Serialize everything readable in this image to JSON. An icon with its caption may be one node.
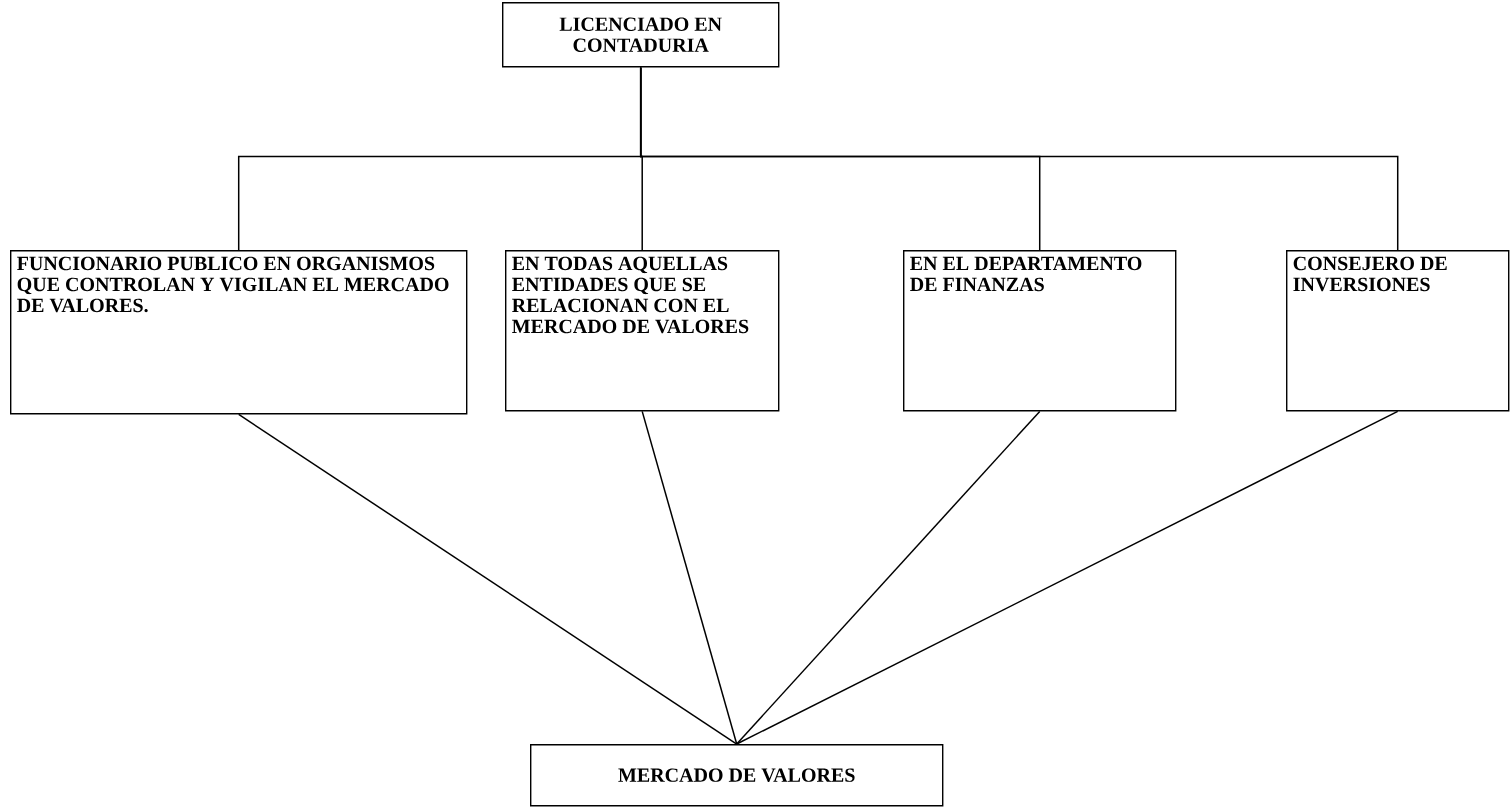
{
  "diagram": {
    "nodes": [
      {
        "text": [
          "LICENCIADO EN CONTADURIA"
        ]
      },
      {
        "text": [
          "FUNCIONARIO PUBLICO EN ORGANISMOS QUE CONTROLAN Y VIGILAN EL MERCADO DE VALORES."
        ]
      },
      {
        "text": [
          "EN TODAS AQUELLAS ENTIDADES QUE SE RELACIONAN CON EL MERCADO DE VALORES"
        ]
      },
      {
        "text": [
          "EN EL DEPARTAMENTO DE FINANZAS"
        ]
      },
      {
        "text": [
          "CONSEJERO DE INVERSIONES"
        ]
      },
      {
        "text": [
          "MERCADO DE VALORES"
        ]
      }
    ],
    "edges": [
      {
        "from": 0,
        "to": 1,
        "arrow": "none"
      },
      {
        "from": 0,
        "to": 2,
        "arrow": "none"
      },
      {
        "from": 0,
        "to": 3,
        "arrow": "none"
      },
      {
        "from": 0,
        "to": 4,
        "arrow": "none"
      },
      {
        "from": 1,
        "to": 5,
        "arrow": "none"
      },
      {
        "from": 2,
        "to": 5,
        "arrow": "none"
      },
      {
        "from": 3,
        "to": 5,
        "arrow": "none"
      },
      {
        "from": 4,
        "to": 5,
        "arrow": "none"
      }
    ]
  }
}
